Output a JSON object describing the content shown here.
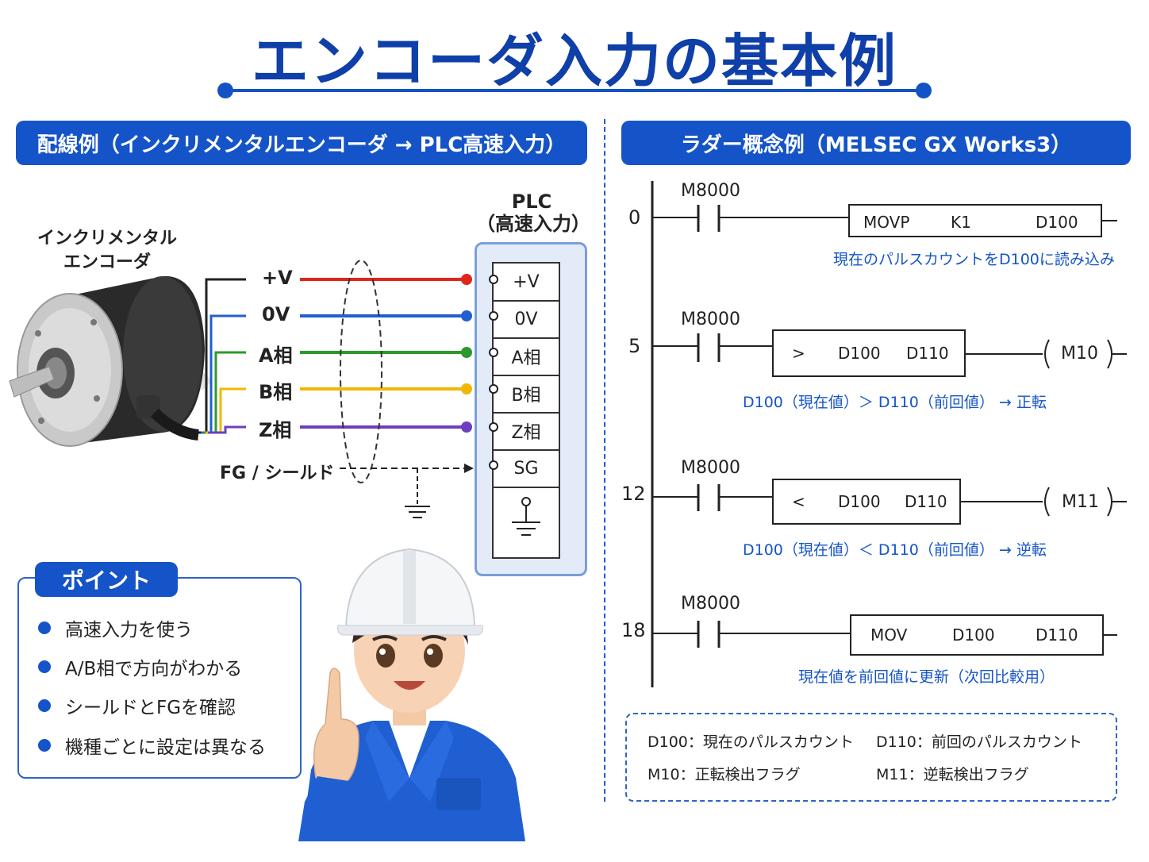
{
  "title": "エンコーダ入力の基本例",
  "wiring": {
    "header": "配線例（インクリメンタルエンコーダ → PLC高速入力）",
    "encoder_title_line1": "インクリメンタル",
    "encoder_title_line2": "エンコーダ",
    "wires": [
      {
        "label": "+V",
        "color": "#e0261b"
      },
      {
        "label": "0V",
        "color": "#1f5fd1"
      },
      {
        "label": "A相",
        "color": "#2c9a2a"
      },
      {
        "label": "B相",
        "color": "#f2b705"
      },
      {
        "label": "Z相",
        "color": "#6b3fbf"
      }
    ],
    "shield_label": "FG / シールド",
    "plc_title_line1": "PLC",
    "plc_title_line2": "（高速入力）",
    "terminals": [
      "+V",
      "0V",
      "A相",
      "B相",
      "Z相",
      "SG"
    ]
  },
  "points": {
    "title": "ポイント",
    "items": [
      "高速入力を使う",
      "A/B相で方向がわかる",
      "シールドとFGを確認",
      "機種ごとに設定は異なる"
    ]
  },
  "ladder": {
    "header": "ラダー概念例（MELSEC GX Works3）",
    "rungs": [
      {
        "step": "0",
        "contact": "M8000",
        "instr": [
          "MOVP",
          "K1",
          "D100"
        ],
        "comment": "現在のパルスカウントをD100に読み込み"
      },
      {
        "step": "5",
        "contact": "M8000",
        "instr": [
          ">",
          "D100",
          "D110"
        ],
        "coil": "M10",
        "comment": "D100（現在値）＞ D110（前回値） → 正転"
      },
      {
        "step": "12",
        "contact": "M8000",
        "instr": [
          "<",
          "D100",
          "D110"
        ],
        "coil": "M11",
        "comment": "D100（現在値）＜ D110（前回値） → 逆転"
      },
      {
        "step": "18",
        "contact": "M8000",
        "instr": [
          "MOV",
          "D100",
          "D110"
        ],
        "comment": "現在値を前回値に更新（次回比較用）"
      }
    ],
    "legend": [
      "D100：現在のパルスカウント",
      "D110：前回のパルスカウント",
      "M10：正転検出フラグ",
      "M11：逆転検出フラグ"
    ]
  },
  "colors": {
    "accent": "#1554c8",
    "title": "#0f3fa8"
  }
}
